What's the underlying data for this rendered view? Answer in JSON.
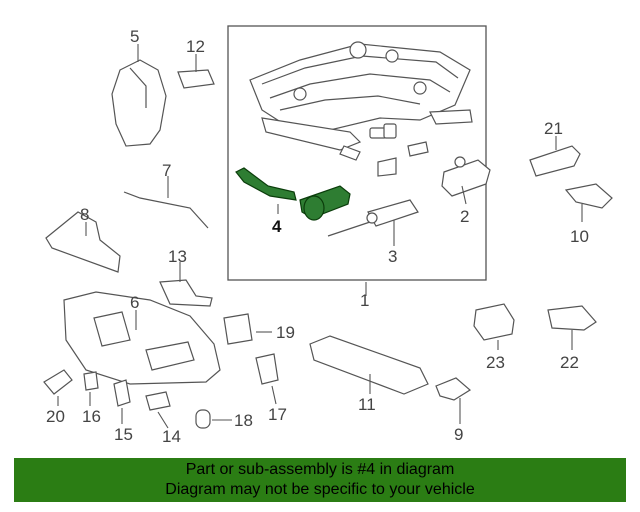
{
  "highlight": {
    "part_number": "4",
    "color": "#2e7d32"
  },
  "callouts": {
    "c1": "1",
    "c2": "2",
    "c3": "3",
    "c4": "4",
    "c5": "5",
    "c6": "6",
    "c7": "7",
    "c8": "8",
    "c9": "9",
    "c10": "10",
    "c11": "11",
    "c12": "12",
    "c13": "13",
    "c14": "14",
    "c15": "15",
    "c16": "16",
    "c17": "17",
    "c18": "18",
    "c19": "19",
    "c20": "20",
    "c21": "21",
    "c22": "22",
    "c23": "23"
  },
  "banner": {
    "line1": "Part or sub-assembly is #4 in diagram",
    "line2": "Diagram may not be specific to your vehicle",
    "background": "#2b7d14"
  }
}
